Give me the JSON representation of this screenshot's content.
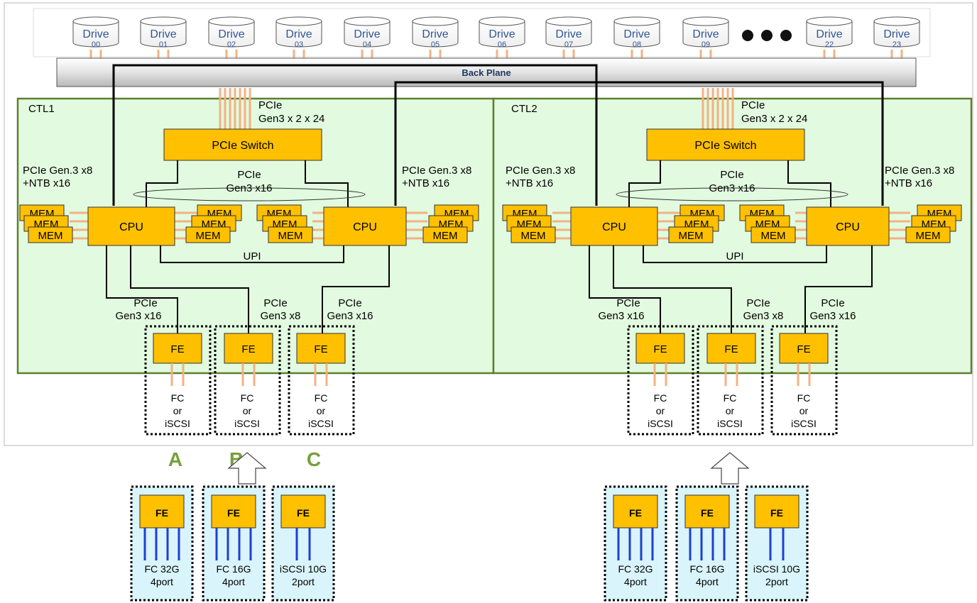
{
  "drives": [
    {
      "label": "Drive",
      "num": "00"
    },
    {
      "label": "Drive",
      "num": "01"
    },
    {
      "label": "Drive",
      "num": "02"
    },
    {
      "label": "Drive",
      "num": "03"
    },
    {
      "label": "Drive",
      "num": "04"
    },
    {
      "label": "Drive",
      "num": "05"
    },
    {
      "label": "Drive",
      "num": "06"
    },
    {
      "label": "Drive",
      "num": "07"
    },
    {
      "label": "Drive",
      "num": "08"
    },
    {
      "label": "Drive",
      "num": "09"
    },
    {
      "label": "Drive",
      "num": "22"
    },
    {
      "label": "Drive",
      "num": "23"
    }
  ],
  "backplane": "Back Plane",
  "ctl1": {
    "title": "CTL1",
    "pcie_top_1": "PCIe",
    "pcie_top_2": "Gen3 x 2 x 24",
    "switch": "PCIe Switch",
    "left_link_1": "PCIe Gen.3 x8",
    "left_link_2": "+NTB x16",
    "right_link_1": "PCIe Gen.3 x8",
    "right_link_2": "+NTB x16",
    "mid_link_1": "PCIe",
    "mid_link_2": "Gen3 x16",
    "cpu_left": "CPU",
    "cpu_right": "CPU",
    "mem": "MEM",
    "upi": "UPI",
    "fe_link_a_1": "PCIe",
    "fe_link_a_2": "Gen3 x16",
    "fe_link_b_1": "PCIe",
    "fe_link_b_2": "Gen3 x8",
    "fe_link_c_1": "PCIe",
    "fe_link_c_2": "Gen3 x16",
    "fe": "FE",
    "port_1": "FC",
    "port_2": "or",
    "port_3": "iSCSI"
  },
  "ctl2": {
    "title": "CTL2",
    "pcie_top_1": "PCIe",
    "pcie_top_2": "Gen3 x 2 x 24",
    "switch": "PCIe Switch",
    "left_link_1": "PCIe Gen.3 x8",
    "left_link_2": "+NTB x16",
    "right_link_1": "PCIe Gen.3 x8",
    "right_link_2": "+NTB x16",
    "mid_link_1": "PCIe",
    "mid_link_2": "Gen3 x16",
    "cpu_left": "CPU",
    "cpu_right": "CPU",
    "mem": "MEM",
    "upi": "UPI",
    "fe_link_a_1": "PCIe",
    "fe_link_a_2": "Gen3 x16",
    "fe_link_b_1": "PCIe",
    "fe_link_b_2": "Gen3 x8",
    "fe_link_c_1": "PCIe",
    "fe_link_c_2": "Gen3 x16",
    "fe": "FE",
    "port_1": "FC",
    "port_2": "or",
    "port_3": "iSCSI"
  },
  "slot_letters": [
    "A",
    "B",
    "C"
  ],
  "cards": [
    {
      "fe": "FE",
      "line1": "FC 32G",
      "line2": "4port"
    },
    {
      "fe": "FE",
      "line1": "FC 16G",
      "line2": "4port"
    },
    {
      "fe": "FE",
      "line1": "iSCSI 10G",
      "line2": "2port"
    }
  ],
  "colors": {
    "orange": "#FFC000",
    "ctl_fill": "#E2FADF",
    "ctl_border": "#5F7F30",
    "card_fill": "#D9F4FB",
    "letter": "#76A03A",
    "drive_text": "#2F5597",
    "port_line": "#1F3FD0",
    "wire_orange": "#F4B183"
  }
}
